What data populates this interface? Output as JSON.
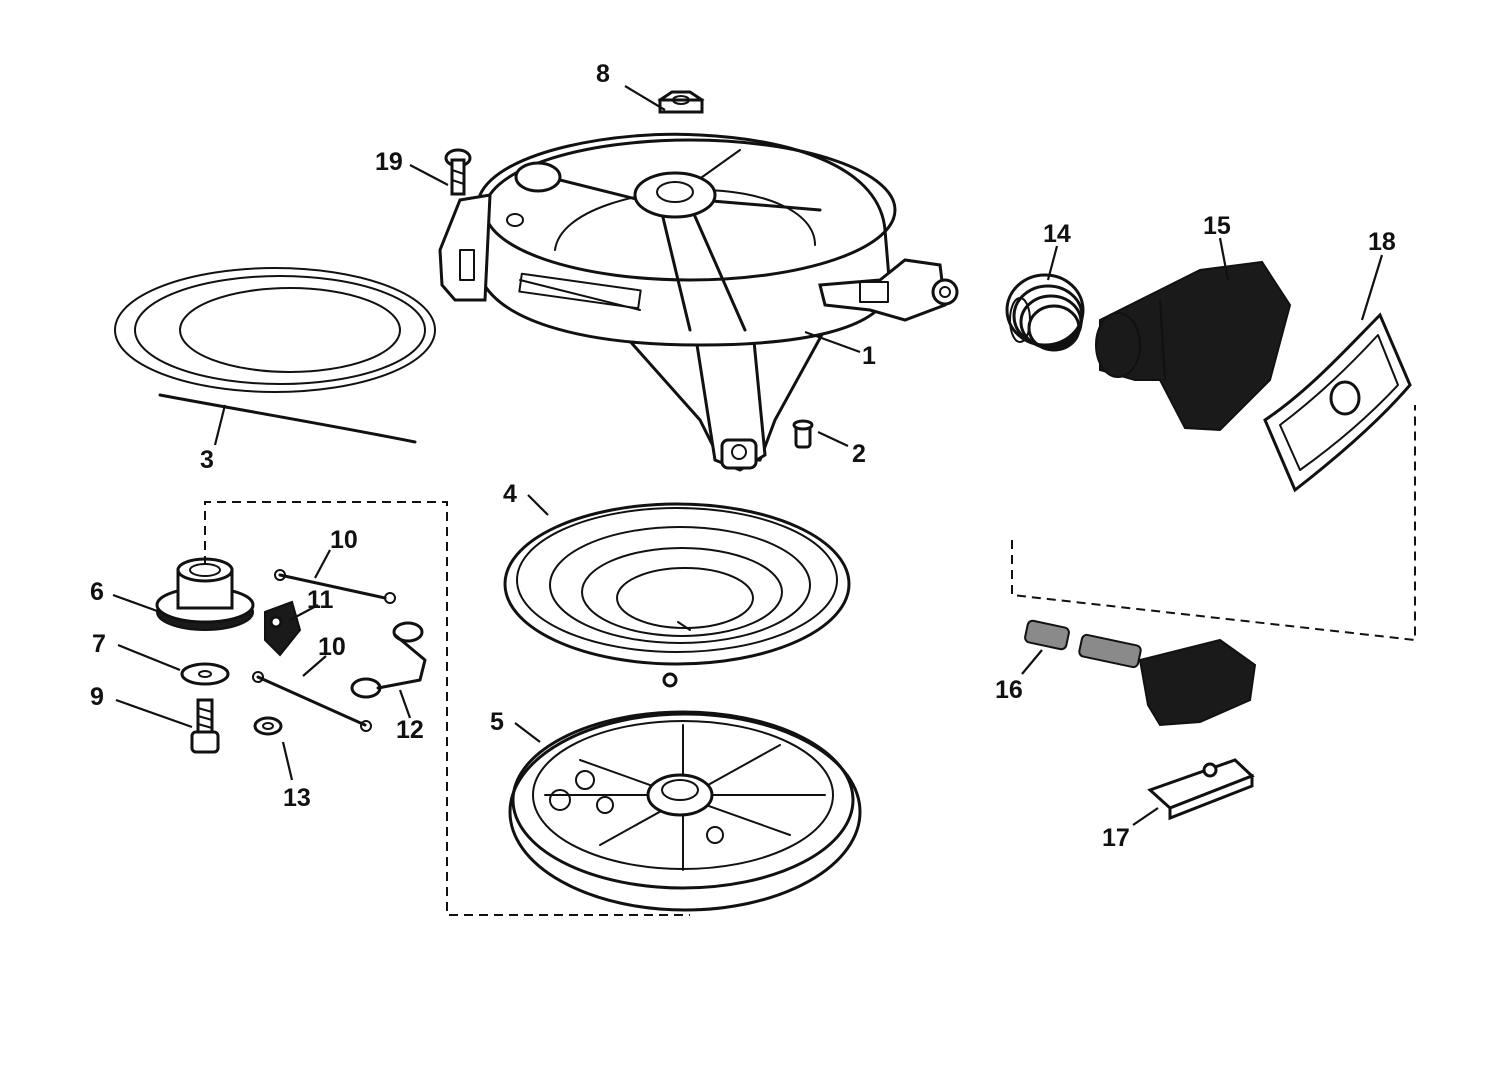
{
  "diagram": {
    "callouts": [
      "1",
      "2",
      "3",
      "4",
      "5",
      "6",
      "7",
      "8",
      "9",
      "10",
      "10",
      "11",
      "12",
      "13",
      "14",
      "15",
      "16",
      "17",
      "18",
      "19"
    ],
    "colors": {
      "ink": "#111111",
      "paper": "#ffffff",
      "rubber": "#1a1a1a"
    }
  }
}
